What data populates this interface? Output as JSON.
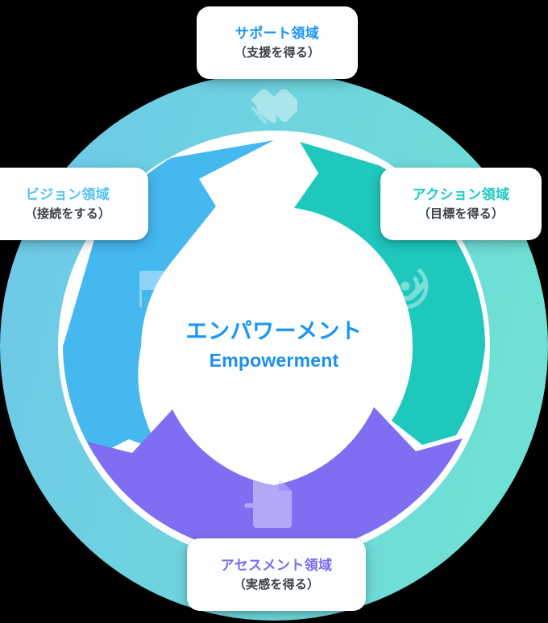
{
  "diagram": {
    "title": "Empowerment wheel",
    "center": {
      "label_jp": "エンパワーメント",
      "label_en": "Empowerment",
      "color": "#1c96f0"
    },
    "outer_ring": {
      "gradient_from": "#6ec7ea",
      "gradient_to": "#6fdfd5"
    },
    "segments": [
      {
        "key": "support",
        "title": "サポート領域",
        "subtitle": "（支援を得る）",
        "color": "#1c96f0",
        "sector_color": "#6fd3cf",
        "icon": "handshake-icon",
        "position": "top"
      },
      {
        "key": "vision",
        "title": "ビジョン領域",
        "subtitle": "（接続をする）",
        "color": "#54c3f1",
        "sector_color": "#45b8f0",
        "icon": "flag-icon",
        "position": "left"
      },
      {
        "key": "action",
        "title": "アクション領域",
        "subtitle": "（目標を得る）",
        "color": "#1ecbc0",
        "sector_color": "#1ec8bd",
        "icon": "target-pen-icon",
        "position": "right"
      },
      {
        "key": "assessment",
        "title": "アセスメント領域",
        "subtitle": "（実感を得る）",
        "color": "#7b6cf0",
        "sector_color": "#7e6ef2",
        "icon": "document-pulse-icon",
        "position": "bottom"
      }
    ]
  }
}
